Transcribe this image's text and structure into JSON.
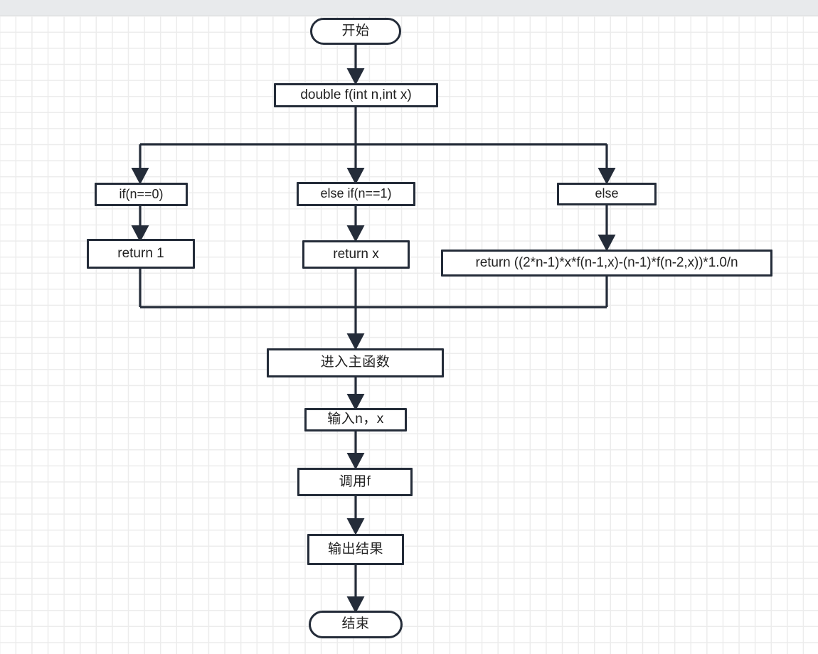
{
  "app": {
    "canvas_background": "#ffffff",
    "grid_color": "#ececec",
    "toolbar_color": "#e8eaec",
    "node_border_color": "#242c39",
    "node_fill_color": "#ffffff",
    "edge_color": "#242c39"
  },
  "diagram": {
    "title": "",
    "nodes": [
      {
        "id": "start",
        "shape": "terminal",
        "label": "开始"
      },
      {
        "id": "func_decl",
        "shape": "process",
        "label": "double f(int n,int x)"
      },
      {
        "id": "branch_if",
        "shape": "process",
        "label": "if(n==0)"
      },
      {
        "id": "branch_elif",
        "shape": "process",
        "label": "else if(n==1)"
      },
      {
        "id": "branch_else",
        "shape": "process",
        "label": "else"
      },
      {
        "id": "return_1",
        "shape": "process",
        "label": "return 1"
      },
      {
        "id": "return_x",
        "shape": "process",
        "label": "return x"
      },
      {
        "id": "return_rec",
        "shape": "process",
        "label": "return ((2*n-1)*x*f(n-1,x)-(n-1)*f(n-2,x))*1.0/n"
      },
      {
        "id": "main_enter",
        "shape": "process",
        "label": "进入主函数"
      },
      {
        "id": "input_nx",
        "shape": "process",
        "label": "输入n，x"
      },
      {
        "id": "call_f",
        "shape": "process",
        "label": "调用f"
      },
      {
        "id": "output_res",
        "shape": "process",
        "label": "输出结果"
      },
      {
        "id": "end",
        "shape": "terminal",
        "label": "结束"
      }
    ],
    "edges": [
      {
        "from": "start",
        "to": "func_decl",
        "type": "straight-arrow"
      },
      {
        "from": "func_decl",
        "to": "branch_if",
        "type": "split-left-arrow"
      },
      {
        "from": "func_decl",
        "to": "branch_elif",
        "type": "straight-arrow"
      },
      {
        "from": "func_decl",
        "to": "branch_else",
        "type": "split-right-arrow"
      },
      {
        "from": "branch_if",
        "to": "return_1",
        "type": "straight-arrow"
      },
      {
        "from": "branch_elif",
        "to": "return_x",
        "type": "straight-arrow"
      },
      {
        "from": "branch_else",
        "to": "return_rec",
        "type": "straight-arrow"
      },
      {
        "from": "return_1",
        "to": "main_enter",
        "type": "merge-left"
      },
      {
        "from": "return_x",
        "to": "main_enter",
        "type": "straight-arrow"
      },
      {
        "from": "return_rec",
        "to": "main_enter",
        "type": "merge-right"
      },
      {
        "from": "main_enter",
        "to": "input_nx",
        "type": "straight-arrow"
      },
      {
        "from": "input_nx",
        "to": "call_f",
        "type": "straight-arrow"
      },
      {
        "from": "call_f",
        "to": "output_res",
        "type": "straight-arrow"
      },
      {
        "from": "output_res",
        "to": "end",
        "type": "straight-arrow"
      }
    ]
  }
}
